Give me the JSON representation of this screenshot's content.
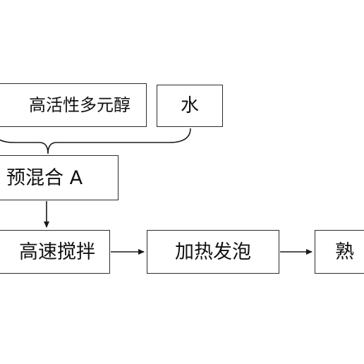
{
  "diagram": {
    "nodes": {
      "polyol": "高活性多元醇",
      "water": "水",
      "premix": "预混合 A",
      "high_speed_stirring": "高速搅拌",
      "heat_foaming": "加热发泡",
      "curing": "熟"
    },
    "edges": [
      {
        "from": "polyol",
        "to": "premix",
        "style": "brace"
      },
      {
        "from": "water",
        "to": "premix",
        "style": "brace"
      },
      {
        "from": "premix",
        "to": "high_speed_stirring",
        "style": "arrow"
      },
      {
        "from": "high_speed_stirring",
        "to": "heat_foaming",
        "style": "arrow"
      },
      {
        "from": "heat_foaming",
        "to": "curing",
        "style": "arrow"
      }
    ],
    "colors": {
      "line": "#1a1a1a",
      "box_border": "#2b2b2b",
      "text": "#111111",
      "background": "#ffffff"
    }
  }
}
